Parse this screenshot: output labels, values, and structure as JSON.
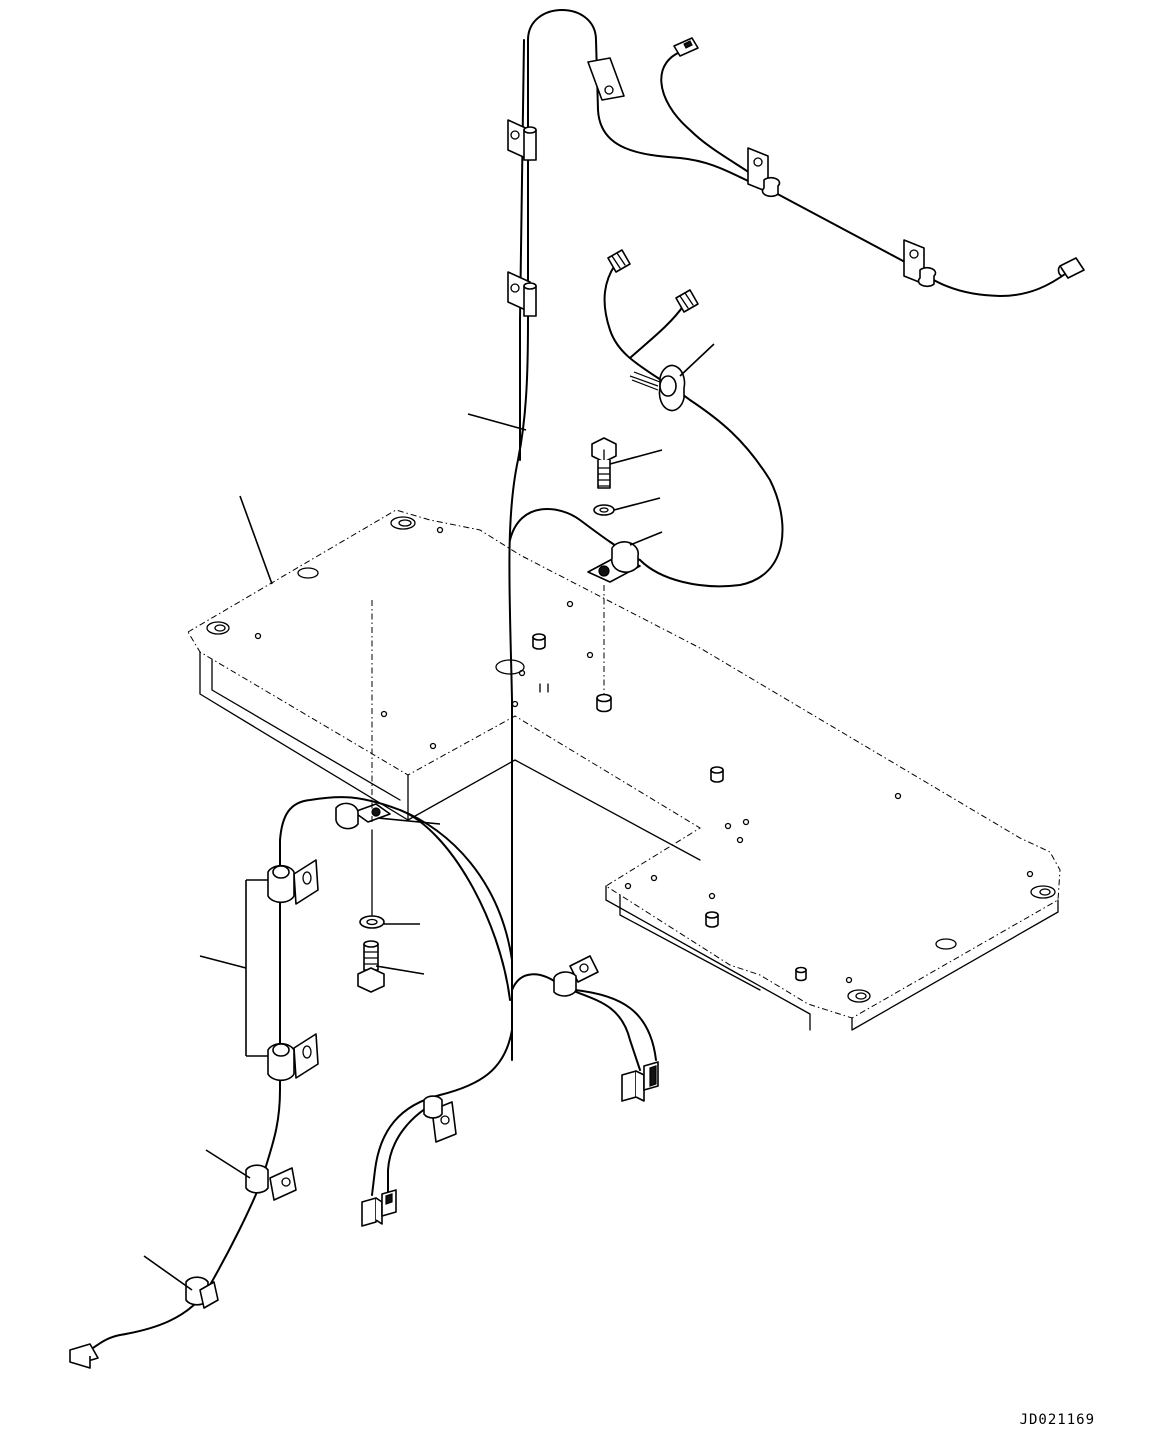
{
  "drawing": {
    "reference_code": "JD021169"
  },
  "parts": [
    {
      "id": "main-harness",
      "kind": "wire-harness"
    },
    {
      "id": "floor-plate",
      "kind": "plate"
    },
    {
      "id": "bolt",
      "kind": "bolt"
    },
    {
      "id": "washer",
      "kind": "washer"
    },
    {
      "id": "clamp",
      "kind": "clamp"
    },
    {
      "id": "clip",
      "kind": "clip"
    }
  ]
}
